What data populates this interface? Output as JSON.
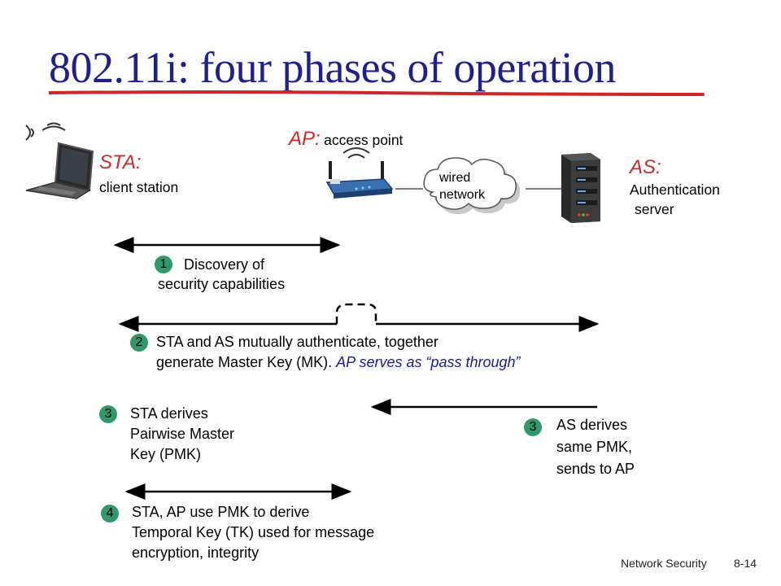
{
  "title": "802.11i: four phases of operation",
  "colors": {
    "title": "#1f1f8f",
    "role": "#cc2a2a",
    "step_badge": "#2e9a6b",
    "pass_through": "#1a1a9e",
    "underline": "#cc2a2a"
  },
  "icons": {
    "laptop": "laptop-icon",
    "router": "wireless-router-icon",
    "cloud": "cloud-icon",
    "server": "server-icon"
  },
  "sta": {
    "label": "STA:",
    "desc": "client station"
  },
  "ap": {
    "label": "AP:",
    "desc": "access point"
  },
  "as": {
    "label": "AS:",
    "desc_line1": "Authentication",
    "desc_line2": "server"
  },
  "cloud": {
    "line1": "wired",
    "line2": "network"
  },
  "steps": {
    "s1": {
      "num": "1",
      "line1": "Discovery of",
      "line2": "security capabilities"
    },
    "s2": {
      "num": "2",
      "line1": "STA and AS mutually authenticate, together",
      "line2_a": "generate Master Key (MK). ",
      "line2_b": "AP serves as “pass through”"
    },
    "s3a": {
      "num": "3",
      "line1": "STA derives",
      "line2": "Pairwise Master",
      "line3": "Key (PMK)"
    },
    "s3b": {
      "num": "3",
      "line1": "AS derives",
      "line2": "same PMK,",
      "line3": "sends to AP"
    },
    "s4": {
      "num": "4",
      "line1": "STA, AP use PMK to derive",
      "line2": "Temporal Key (TK) used for message",
      "line3": "encryption, integrity"
    }
  },
  "footer": {
    "course": "Network Security",
    "page": "8-14"
  }
}
